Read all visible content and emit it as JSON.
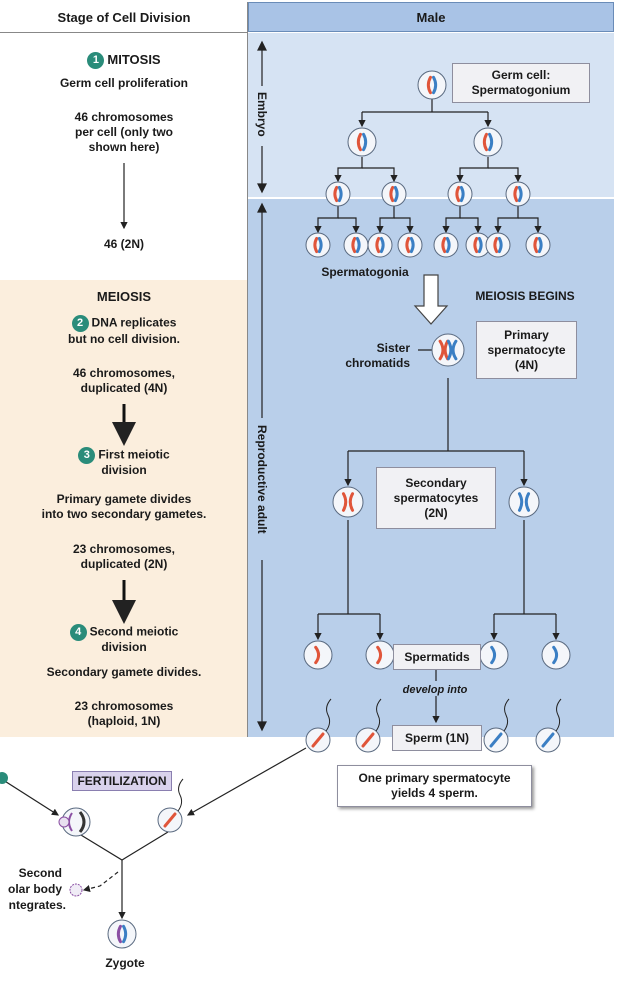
{
  "header": {
    "stage_title": "Stage of Cell Division",
    "male_title": "Male"
  },
  "mitosis": {
    "step": "1",
    "title": "MITOSIS",
    "subtitle": "Germ cell proliferation",
    "chrom_line1": "46 chromosomes",
    "chrom_line2": "per cell (only two",
    "chrom_line3": "shown here)",
    "result": "46 (2N)"
  },
  "meiosis": {
    "title": "MEIOSIS",
    "step2": "2",
    "dna_line1": "DNA replicates",
    "dna_line2": "but no cell division.",
    "chrom_line1": "46 chromosomes,",
    "chrom_line2": "duplicated (4N)",
    "step3": "3",
    "first_line1": "First meiotic",
    "first_line2": "division",
    "primary_line1": "Primary gamete divides",
    "primary_line2": "into two secondary gametes.",
    "chrom23_line1": "23 chromosomes,",
    "chrom23_line2": "duplicated (2N)",
    "step4": "4",
    "second_line1": "Second meiotic",
    "second_line2": "division",
    "secondary_divides": "Secondary gamete divides.",
    "haploid_line1": "23 chromosomes",
    "haploid_line2": "(haploid, 1N)"
  },
  "side_labels": {
    "embryo": "Embryo",
    "adult": "Reproductive adult"
  },
  "male": {
    "germ_cell_line1": "Germ cell:",
    "germ_cell_line2": "Spermatogonium",
    "spermatogonia": "Spermatogonia",
    "meiosis_begins": "MEIOSIS BEGINS",
    "sister_line1": "Sister",
    "sister_line2": "chromatids",
    "primary_line1": "Primary",
    "primary_line2": "spermatocyte",
    "primary_line3": "(4N)",
    "secondary_line1": "Secondary",
    "secondary_line2": "spermatocytes",
    "secondary_line3": "(2N)",
    "spermatids": "Spermatids",
    "develop_into": "develop into",
    "sperm": "Sperm (1N)",
    "yield_line1": "One primary spermatocyte",
    "yield_line2": "yields 4 sperm."
  },
  "fertilization": {
    "label": "FERTILIZATION",
    "polar_line1": "Second",
    "polar_line2": "olar body",
    "polar_line3": "ntegrates.",
    "zygote": "Zygote"
  },
  "colors": {
    "header_blue": "#a9c3e6",
    "embryo_panel": "#d6e3f3",
    "adult_panel": "#b9cfea",
    "left_meiosis_panel": "#fbeedd",
    "chrom_red": "#e0553a",
    "chrom_blue": "#3b7fc4",
    "chrom_purple": "#8a4fa3",
    "step_badge": "#2a8c7a"
  }
}
